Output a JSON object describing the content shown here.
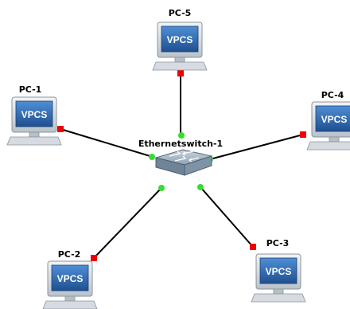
{
  "topology": {
    "switch": {
      "label": "Ethernetswitch-1"
    },
    "nodes": [
      {
        "id": "pc-5",
        "label": "PC-5",
        "screen_text": "VPCS"
      },
      {
        "id": "pc-1",
        "label": "PC-1",
        "screen_text": "VPCS"
      },
      {
        "id": "pc-4",
        "label": "PC-4",
        "screen_text": "VPCS"
      },
      {
        "id": "pc-2",
        "label": "PC-2",
        "screen_text": "VPCS"
      },
      {
        "id": "pc-3",
        "label": "PC-3",
        "screen_text": "VPCS"
      }
    ],
    "link_status": {
      "switch_end": "up",
      "pc_end": "down"
    },
    "colors": {
      "link": "#000000",
      "port_up": "#33dd33",
      "port_down": "#ee0000",
      "screen": "#2f6db3",
      "monitor_frame": "#cfd6dc"
    }
  }
}
